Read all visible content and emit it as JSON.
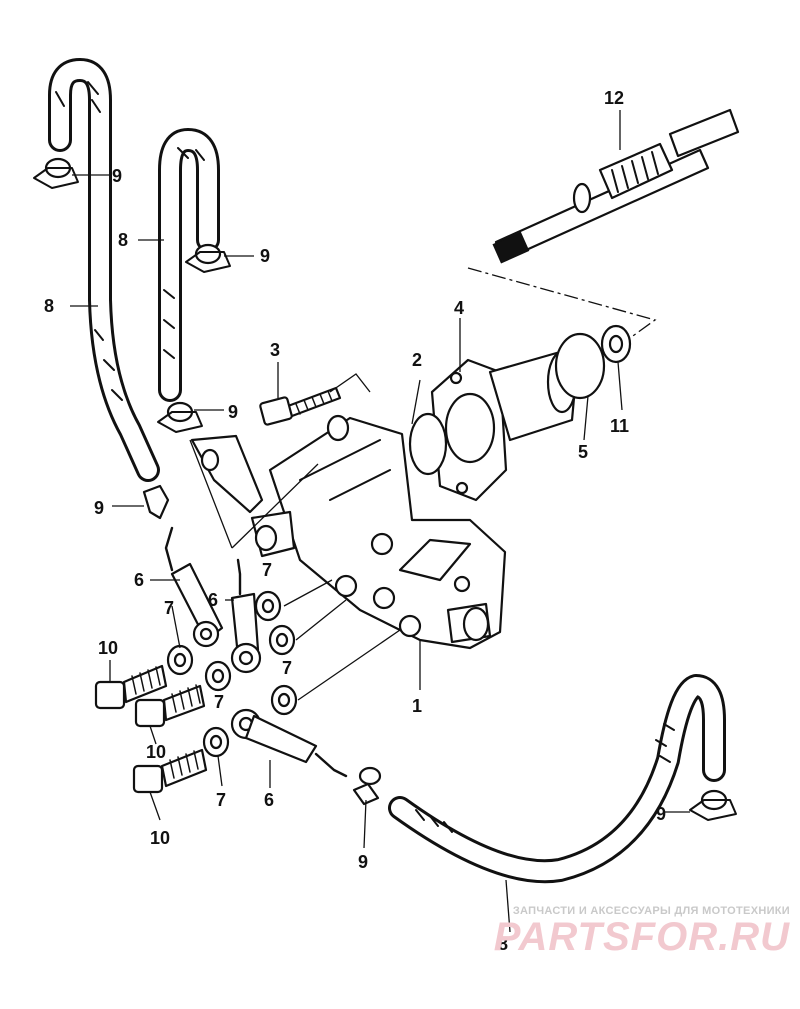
{
  "callouts": {
    "c1": "1",
    "c2": "2",
    "c3": "3",
    "c4": "4",
    "c5": "5",
    "c6a": "6",
    "c6b": "6",
    "c6c": "6",
    "c7a": "7",
    "c7b": "7",
    "c7c": "7",
    "c7d": "7",
    "c8a": "8",
    "c8b": "8",
    "c8c": "8",
    "c9a": "9",
    "c9b": "9",
    "c9c": "9",
    "c9d": "9",
    "c9e": "9",
    "c9f": "9",
    "c10a": "10",
    "c10b": "10",
    "c10c": "10",
    "c11": "11",
    "c12": "12"
  },
  "watermark": {
    "tagline": "ЗАПЧАСТИ И АКСЕССУАРЫ ДЛЯ МОТОТЕХНИКИ",
    "logo": "PARTSFOR.RU"
  }
}
